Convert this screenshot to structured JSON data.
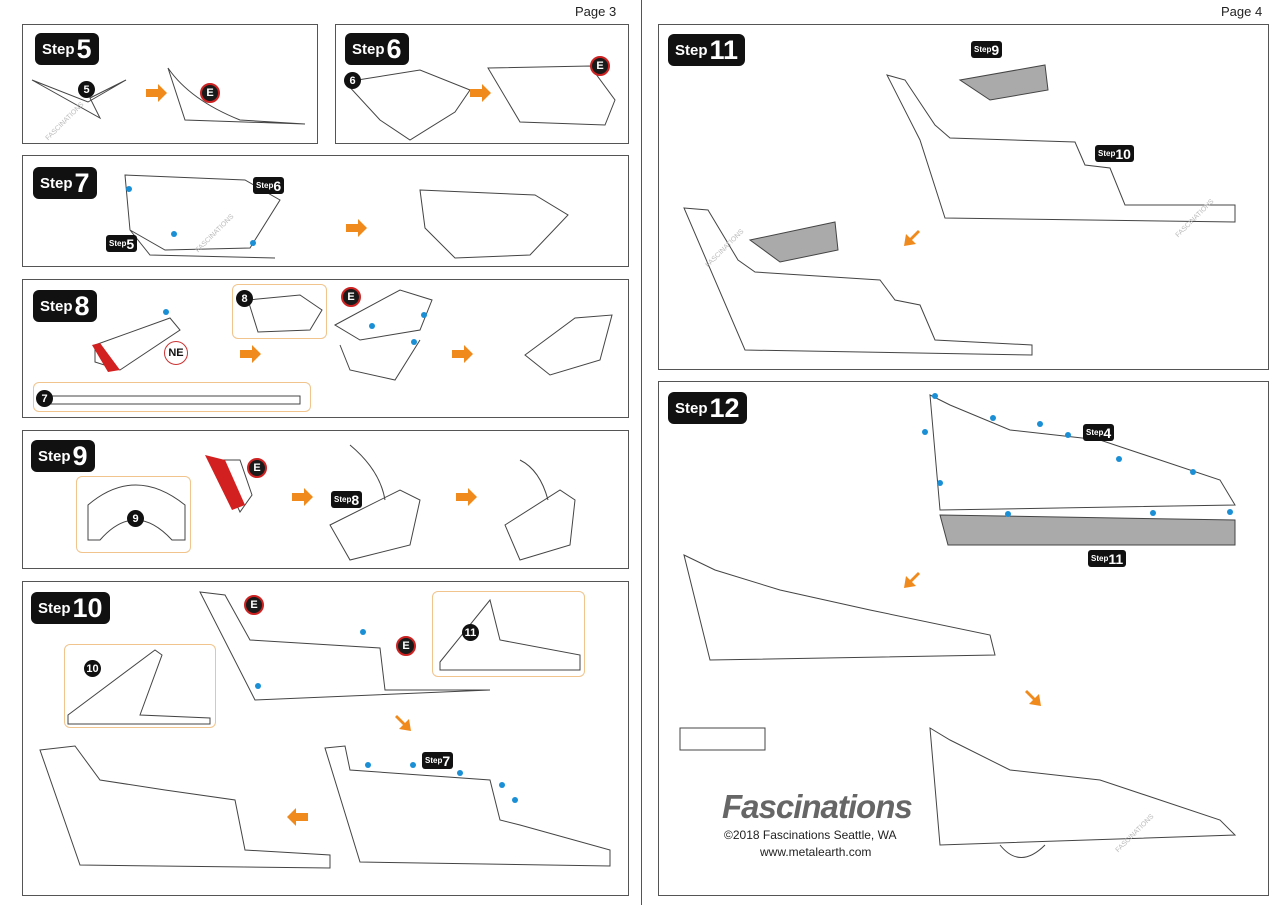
{
  "pages": {
    "left": "Page 3",
    "right": "Page 4"
  },
  "step_word": "Step",
  "steps": {
    "s5": "5",
    "s6": "6",
    "s7": "7",
    "s8": "8",
    "s9": "9",
    "s10": "10",
    "s11": "11",
    "s12": "12"
  },
  "refs": {
    "r4": "4",
    "r5": "5",
    "r6": "6",
    "r7": "7",
    "r8": "8",
    "r9": "9",
    "r10": "10",
    "r11": "11"
  },
  "parts": {
    "p5": "5",
    "p6": "6",
    "p7": "7",
    "p8": "8",
    "p9": "9",
    "p10": "10",
    "p11": "11"
  },
  "markers": {
    "e": "E",
    "ne": "NE"
  },
  "watermark": "FASCINATIONS",
  "footer": {
    "brand": "Fascinations",
    "copyright": "©2018 Fascinations Seattle, WA",
    "url": "www.metalearth.com"
  },
  "colors": {
    "arrow": "#f08a1c",
    "blue_dot": "#1a8fd6",
    "red": "#d21f1f",
    "inset": "#f0c48c",
    "green": "#9acd32"
  }
}
